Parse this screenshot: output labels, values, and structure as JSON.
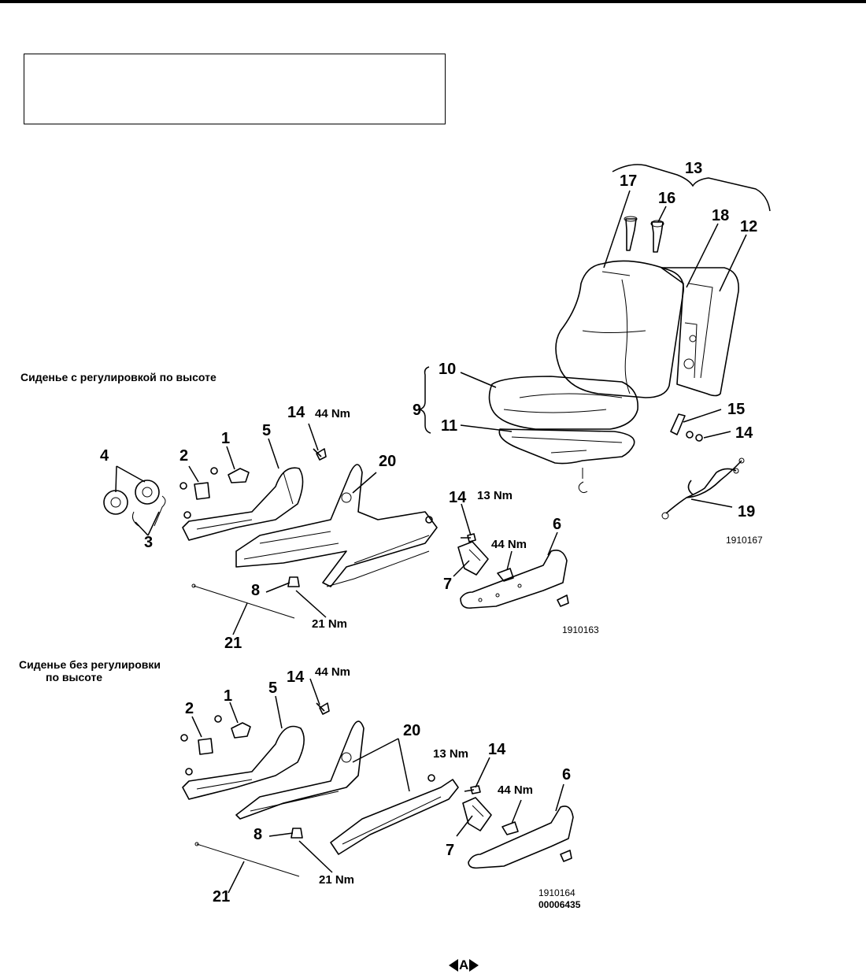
{
  "page": {
    "caption_height_adjust": "Сиденье с  регулировкой по высоте",
    "caption_no_height_adjust_line1": "Сиденье без регулировки",
    "caption_no_height_adjust_line2": "по высоте"
  },
  "labels": {
    "p1": "1",
    "p2": "2",
    "p3": "3",
    "p4": "4",
    "p5": "5",
    "p6": "6",
    "p7": "7",
    "p8": "8",
    "p9": "9",
    "p10": "10",
    "p11": "11",
    "p12": "12",
    "p13": "13",
    "p14": "14",
    "p15": "15",
    "p16": "16",
    "p17": "17",
    "p18": "18",
    "p19": "19",
    "p20": "20",
    "p21": "21"
  },
  "torques": {
    "t44": "44 Nm",
    "t13": "13 Nm",
    "t21": "21 Nm"
  },
  "figure_codes": {
    "top": "1910167",
    "middle": "1910163",
    "bottom": "1910164",
    "doc": "00006435"
  },
  "nav": {
    "label": "A",
    "prev_icon": "arrow-left-icon",
    "next_icon": "arrow-right-icon"
  }
}
